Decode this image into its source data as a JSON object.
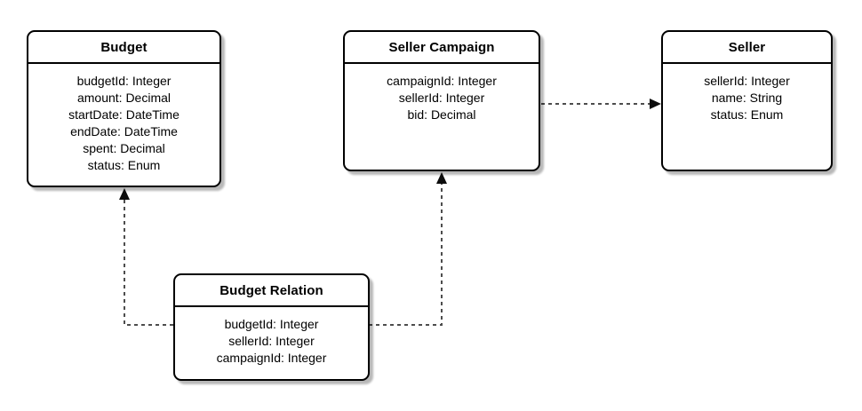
{
  "diagram": {
    "entities": [
      {
        "id": "budget",
        "title": "Budget",
        "fields": [
          "budgetId: Integer",
          "amount: Decimal",
          "startDate: DateTime",
          "endDate: DateTime",
          "spent: Decimal",
          "status: Enum"
        ]
      },
      {
        "id": "seller-campaign",
        "title": "Seller Campaign",
        "fields": [
          "campaignId: Integer",
          "sellerId: Integer",
          "bid: Decimal"
        ]
      },
      {
        "id": "seller",
        "title": "Seller",
        "fields": [
          "sellerId: Integer",
          "name: String",
          "status: Enum"
        ]
      },
      {
        "id": "budget-relation",
        "title": "Budget Relation",
        "fields": [
          "budgetId: Integer",
          "sellerId: Integer",
          "campaignId: Integer"
        ]
      }
    ],
    "relations": [
      {
        "from": "Seller Campaign",
        "to": "Seller",
        "style": "dashed-arrow"
      },
      {
        "from": "Budget Relation",
        "to": "Budget",
        "style": "dashed-arrow"
      },
      {
        "from": "Budget Relation",
        "to": "Seller Campaign",
        "style": "dashed-arrow"
      }
    ],
    "colors": {
      "box_fill": "#ffffff",
      "box_border": "#000000",
      "connector": "#4d4d4d",
      "arrowhead": "#0d0d0d",
      "shadow": "#b9b9b9",
      "text": "#000000"
    }
  }
}
